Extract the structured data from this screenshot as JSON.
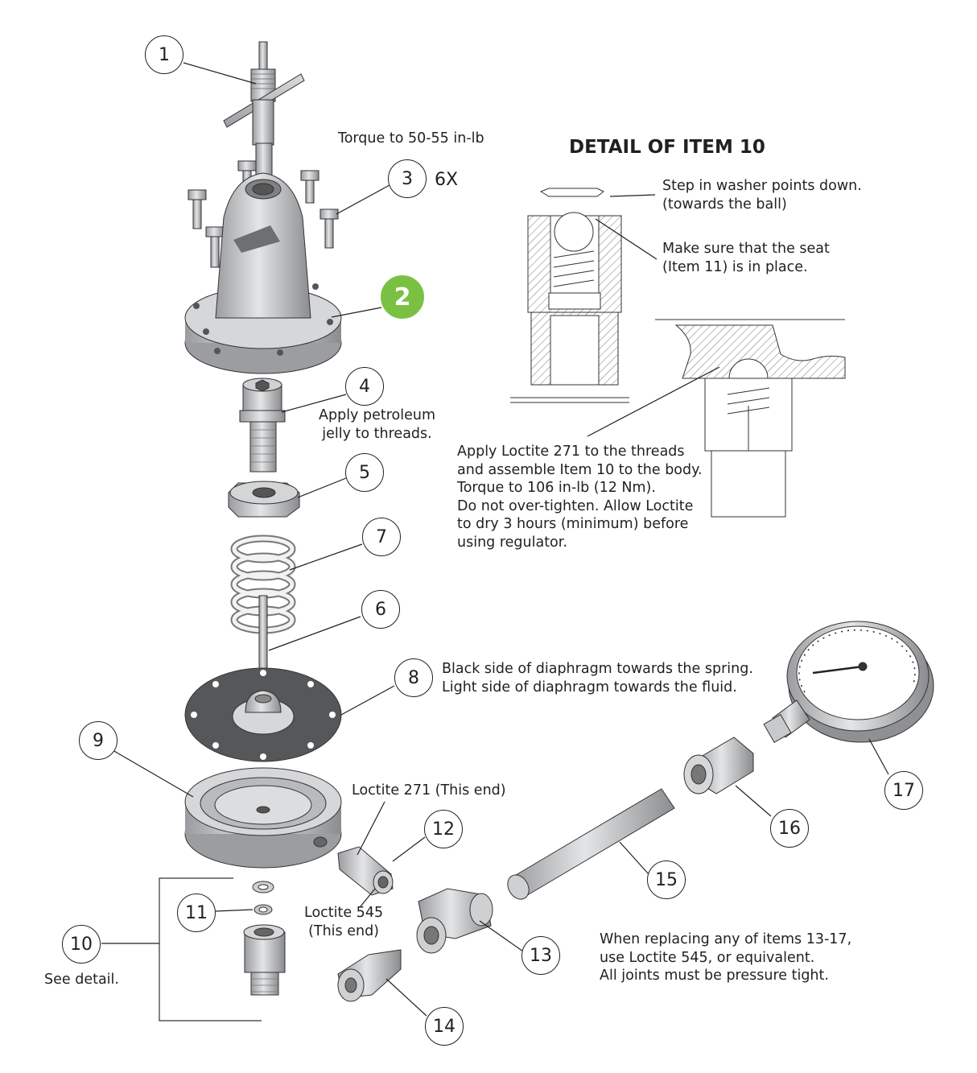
{
  "detail": {
    "title": "DETAIL OF ITEM 10",
    "washer_note": [
      "Step in washer points down.",
      "(towards the ball)"
    ],
    "seat_note": [
      "Make sure that the seat",
      "(Item 11) is in place."
    ],
    "loctite_note": [
      "Apply Loctite 271 to the threads",
      "and assemble Item 10 to the body.",
      "Torque to 106 in-lb (12 Nm).",
      "Do not  over-tighten. Allow Loctite",
      "to dry 3 hours (minimum) before",
      "using regulator."
    ]
  },
  "notes": {
    "torque": "Torque to 50-55 in-lb",
    "qty_3": "6X",
    "item4": [
      "Apply petroleum",
      "jelly to threads."
    ],
    "item8": [
      "Black side of diaphragm towards the spring.",
      "Light side of diaphragm towards the fluid."
    ],
    "loctite271": "Loctite 271 (This end)",
    "loctite545": [
      "Loctite 545",
      "(This end)"
    ],
    "see_detail": "See detail.",
    "replacing": [
      "When replacing any of items 13-17,",
      "use Loctite 545, or equivalent.",
      "All joints must be pressure tight."
    ]
  },
  "callouts": {
    "c1": "1",
    "c2": "2",
    "c3": "3",
    "c4": "4",
    "c5": "5",
    "c6": "6",
    "c7": "7",
    "c8": "8",
    "c9": "9",
    "c10": "10",
    "c11": "11",
    "c12": "12",
    "c13": "13",
    "c14": "14",
    "c15": "15",
    "c16": "16",
    "c17": "17"
  },
  "colors": {
    "highlight": "#7ac143",
    "part_fill": "#c8c9cb",
    "part_dark": "#8e9093",
    "line": "#231f20"
  }
}
